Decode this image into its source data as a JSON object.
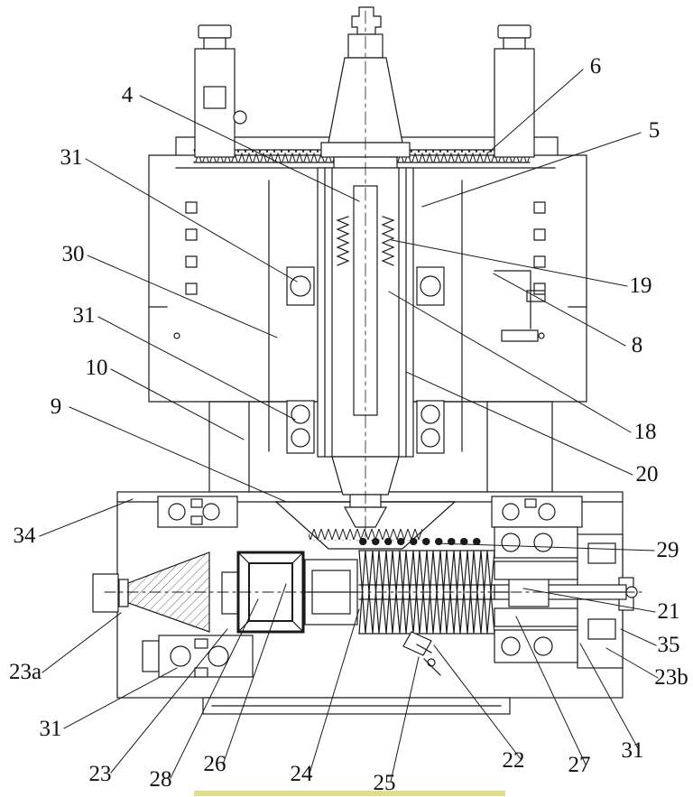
{
  "figure": {
    "type": "patent-technical-drawing",
    "description": "Sectional mechanical drawing of a machine-tool spindle and clamping assembly with numbered part references",
    "colors": {
      "line": "#1a1a1a",
      "background": "#ffffff",
      "artifact_bar": "#d8d473"
    },
    "labels": {
      "n4": "4",
      "n5": "5",
      "n6": "6",
      "n8": "8",
      "n9": "9",
      "n10": "10",
      "n18": "18",
      "n19": "19",
      "n20": "20",
      "n21": "21",
      "n22": "22",
      "n23": "23",
      "n23a": "23a",
      "n23b": "23b",
      "n24": "24",
      "n25": "25",
      "n26": "26",
      "n27": "27",
      "n28": "28",
      "n29": "29",
      "n30": "30",
      "n31a": "31",
      "n31b": "31",
      "n31c": "31",
      "n31d": "31",
      "n34": "34",
      "n35": "35"
    }
  }
}
